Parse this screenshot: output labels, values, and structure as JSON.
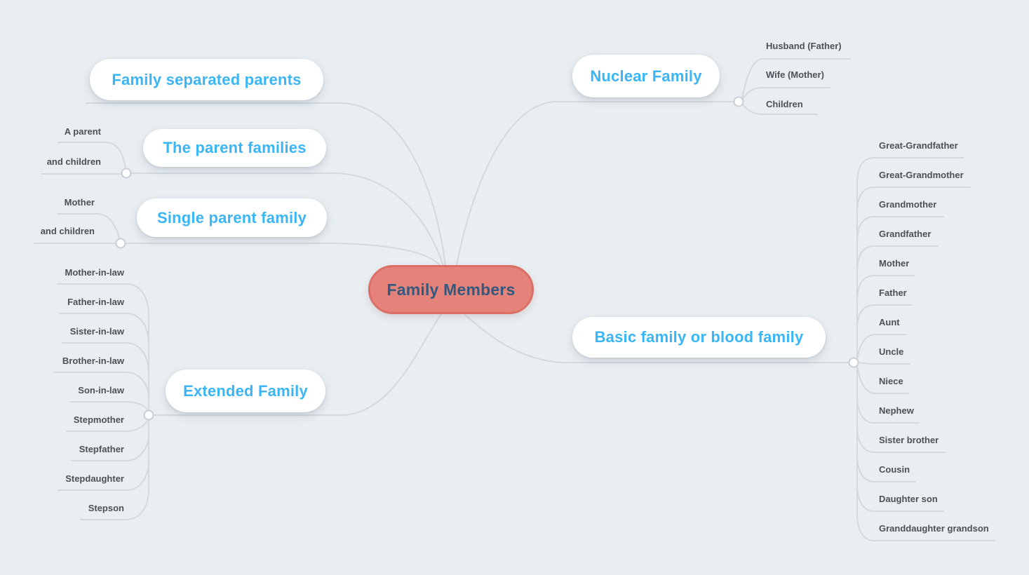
{
  "colors": {
    "background": "#e9eef1",
    "connector_line": "#d3d9dd",
    "junction_fill": "#fdfdfe",
    "junction_stroke": "#c9cfd4",
    "branch_pill_fill": "#ffffff",
    "branch_text": "#3ab5f5",
    "child_text": "#4b5157",
    "root_fill": "#e5827a",
    "root_border": "#da6f66",
    "root_text": "#33597e"
  },
  "root": {
    "label": "Family Members"
  },
  "branches": [
    {
      "label": "Family separated parents",
      "children": []
    },
    {
      "label": "The parent families",
      "children": [
        "A parent",
        "and children"
      ]
    },
    {
      "label": "Single parent family",
      "children": [
        "Mother",
        "and children"
      ]
    },
    {
      "label": "Extended Family",
      "children": [
        "Mother-in-law",
        "Father-in-law",
        "Sister-in-law",
        "Brother-in-law",
        "Son-in-law",
        "Stepmother",
        "Stepfather",
        "Stepdaughter",
        "Stepson"
      ]
    },
    {
      "label": "Nuclear Family",
      "children": [
        "Husband (Father)",
        "Wife (Mother)",
        "Children"
      ]
    },
    {
      "label": "Basic family or blood family",
      "children": [
        "Great-Grandfather",
        "Great-Grandmother",
        "Grandmother",
        "Grandfather",
        "Mother",
        "Father",
        "Aunt",
        "Uncle",
        "Niece",
        "Nephew",
        "Sister brother",
        "Cousin",
        "Daughter son",
        "Granddaughter grandson"
      ]
    }
  ]
}
